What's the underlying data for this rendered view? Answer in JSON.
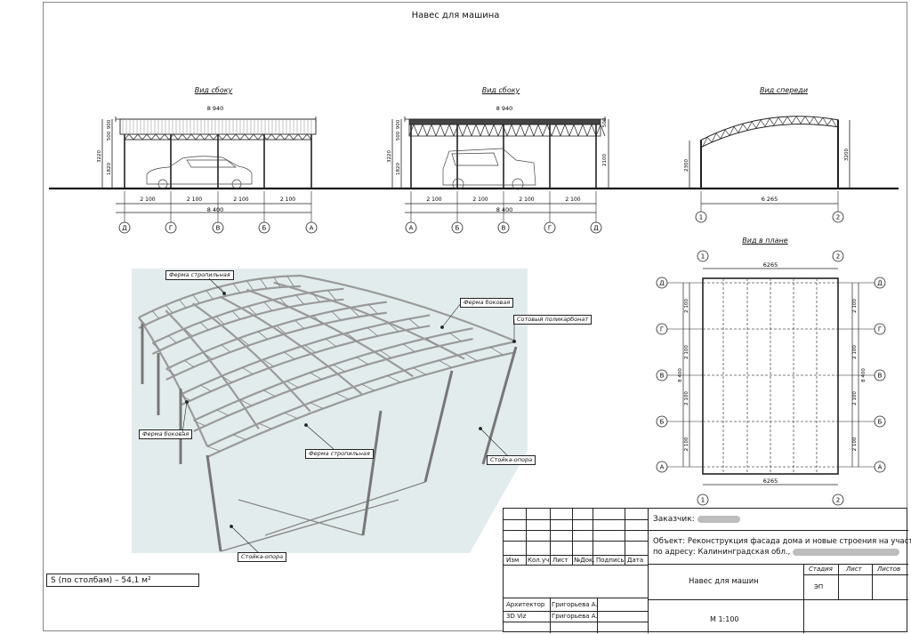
{
  "sheet": {
    "title": "Навес для машина",
    "area_note": "S (по столбам)  – 54,1 м²"
  },
  "views": {
    "side1": {
      "label": "Вид сбоку",
      "total_top": "8 940",
      "spans": [
        "2 100",
        "2 100",
        "2 100",
        "2 100"
      ],
      "total_bottom": "8 400",
      "axes": [
        "Д",
        "Г",
        "В",
        "Б",
        "А"
      ],
      "heights": [
        "3220",
        "1820",
        "500",
        "900"
      ]
    },
    "side2": {
      "label": "Вид сбоку",
      "total_top": "8 940",
      "spans": [
        "2 100",
        "2 100",
        "2 100",
        "2 100"
      ],
      "total_bottom": "8 400",
      "axes": [
        "А",
        "Б",
        "В",
        "Г",
        "Д"
      ],
      "heights": [
        "3220",
        "1820",
        "500",
        "900",
        "500",
        "2100"
      ]
    },
    "front": {
      "label": "Вид спереди",
      "span": "6 265",
      "axes": [
        "1",
        "2"
      ],
      "heights": [
        "2300",
        "3200"
      ]
    },
    "plan": {
      "label": "Вид в плане",
      "width_top": "6265",
      "width_bottom": "6265",
      "axes_top": [
        "1",
        "2"
      ],
      "axes_side": [
        "Д",
        "Г",
        "В",
        "Б",
        "А"
      ],
      "spans": [
        "2 100",
        "2 100",
        "2 100",
        "2 100"
      ],
      "total": "8 400"
    }
  },
  "callouts": {
    "truss_rafter_top": "Ферма стропильная",
    "truss_side_top": "Ферма боковая",
    "polycarbonate": "Сотовый поликарбонат",
    "truss_side_left": "Ферма боковая",
    "truss_rafter_mid": "Ферма стропильная",
    "post_right": "Стойка-опора",
    "post_bottom": "Стойка-опора"
  },
  "title_block": {
    "headers": [
      "Изм",
      "Кол.уч.",
      "Лист",
      "№Док.",
      "Подпись",
      "Дата"
    ],
    "customer": "Заказчик:",
    "object_line1": "Объект: Реконструкция фасада дома и новые строения на участке",
    "object_line2": "по адресу: Калининградская обл.,",
    "col_stage": "Стадия",
    "col_sheet": "Лист",
    "col_sheets": "Листов",
    "stage_value": "ЭП",
    "drawing_name": "Навес для машин",
    "roles": [
      {
        "role": "Архитектор",
        "name": "Григорьева А."
      },
      {
        "role": "3D Viz",
        "name": "Григорьева А."
      }
    ],
    "scale": "М 1:100"
  }
}
